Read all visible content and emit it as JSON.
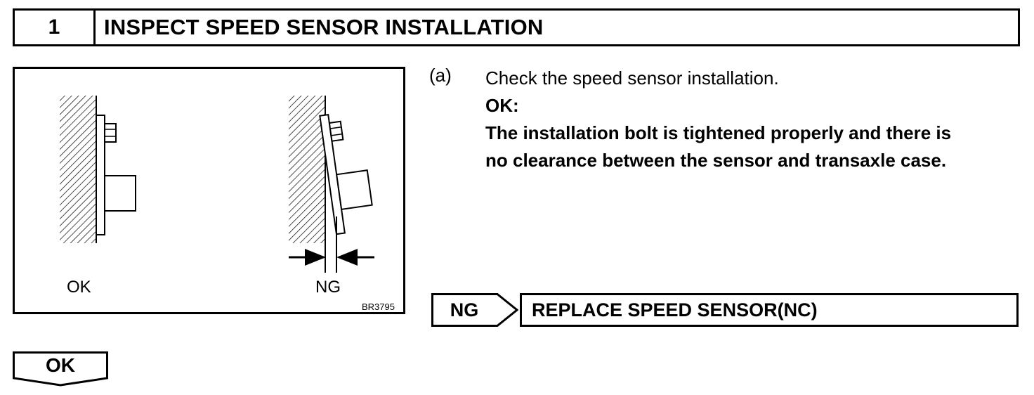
{
  "header": {
    "step_number": "1",
    "title": "INSPECT SPEED SENSOR INSTALLATION"
  },
  "figure": {
    "label_ok": "OK",
    "label_ng": "NG",
    "ref_code": "BR3795"
  },
  "instruction": {
    "marker": "(a)",
    "text": "Check the speed sensor installation.",
    "ok_heading": "OK:",
    "ok_line1": "The installation bolt is tightened properly and there is",
    "ok_line2": "no clearance between the sensor and transaxle case."
  },
  "ng_branch": {
    "tag": "NG",
    "action": "REPLACE SPEED SENSOR(NC)"
  },
  "ok_branch": {
    "tag": "OK"
  }
}
